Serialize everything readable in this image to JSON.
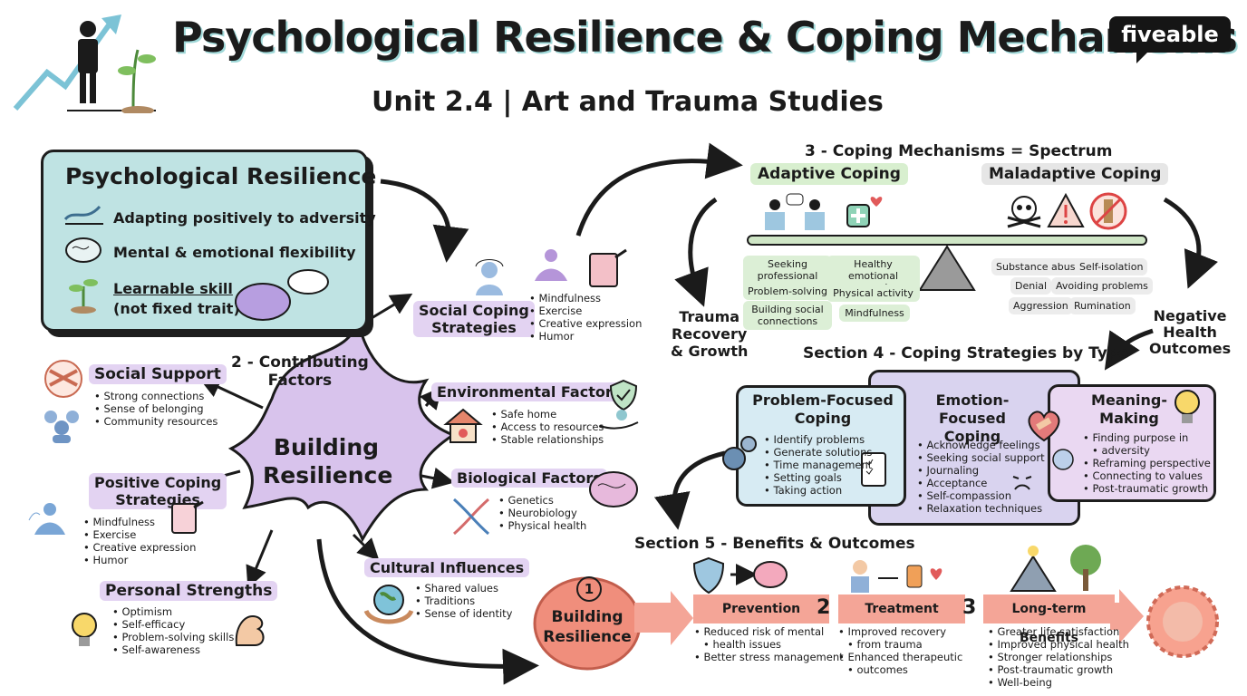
{
  "header": {
    "title": "Psychological Resilience & Coping Mechanisms",
    "subtitle": "Unit 2.4 | Art and Trauma Studies",
    "logo": "fiveable"
  },
  "resilience": {
    "title": "Psychological Resilience",
    "items": [
      "Adapting positively to adversity",
      "Mental & emotional flexibility",
      "Learnable skill",
      "(not fixed trait)"
    ]
  },
  "center": {
    "blob": "Building\nResilience",
    "section2": "2 - Contributing\nFactors"
  },
  "left_factors": [
    {
      "title": "Social Support",
      "items": [
        "Strong connections",
        "Sense of belonging",
        "Community resources"
      ]
    },
    {
      "title": "Positive Coping\nStrategies",
      "items": [
        "Mindfulness",
        "Exercise",
        "Creative expression",
        "Humor"
      ]
    },
    {
      "title": "Personal Strengths",
      "items": [
        "Optimism",
        "Self-efficacy",
        "Problem-solving skills",
        "Self-awareness"
      ]
    }
  ],
  "right_factors": [
    {
      "title": "Social Coping\nStrategies",
      "items": [
        "Mindfulness",
        "Exercise",
        "Creative expression",
        "Humor"
      ]
    },
    {
      "title": "Environmental Factors",
      "items": [
        "Safe home",
        "Access to resources",
        "Stable relationships"
      ]
    },
    {
      "title": "Biological Factors",
      "items": [
        "Genetics",
        "Neurobiology",
        "Physical health"
      ]
    },
    {
      "title": "Cultural Influences",
      "items": [
        "Shared values",
        "Traditions",
        "Sense of identity"
      ]
    }
  ],
  "section3": {
    "title": "3 - Coping Mechanisms = Spectrum",
    "adaptive": "Adaptive Coping",
    "maladaptive": "Maladaptive Coping",
    "adaptive_items": [
      "Seeking professional help",
      "Healthy emotional expression",
      "Problem-solving",
      "Physical activity",
      "Building social connections",
      "Mindfulness"
    ],
    "maladaptive_items": [
      "Substance abuse",
      "Self-isolation",
      "Denial",
      "Avoiding problems",
      "Aggression",
      "Rumination"
    ],
    "left_outcome": "Trauma\nRecovery\n& Growth",
    "right_outcome": "Negative\nHealth\nOutcomes"
  },
  "section4": {
    "title": "Section 4 - Coping Strategies by Type",
    "cards": [
      {
        "title": "Problem-Focused\nCoping",
        "items": [
          "Identify problems",
          "Generate solutions",
          "Time management",
          "Setting goals",
          "Taking action"
        ]
      },
      {
        "title": "Emotion-Focused\nCoping",
        "items": [
          "Acknowledge feelings",
          "Seeking social support",
          "Journaling",
          "Acceptance",
          "Self-compassion",
          "Relaxation techniques"
        ]
      },
      {
        "title": "Meaning-\nMaking",
        "items": [
          "Finding purpose in",
          "adversity",
          "Reframing perspective",
          "Connecting to values",
          "Post-traumatic growth"
        ]
      }
    ]
  },
  "section5": {
    "title": "Section 5 - Benefits & Outcomes",
    "start_num": "1",
    "start": "Building\nResilience",
    "steps": [
      {
        "num": "",
        "label": "Prevention",
        "items": [
          "Reduced risk of mental",
          "health issues",
          "Better stress management"
        ]
      },
      {
        "num": "2",
        "label": "Treatment",
        "items": [
          "Improved recovery",
          "from trauma",
          "Enhanced therapeutic",
          "outcomes"
        ]
      },
      {
        "num": "3",
        "label": "Long-term Benefits",
        "items": [
          "Greater life satisfaction",
          "Improved physical health",
          "Stronger relationships",
          "Post-traumatic growth",
          "Well-being"
        ]
      }
    ]
  },
  "colors": {
    "teal": "#bfe3e3",
    "lavender": "#e3d3f2",
    "green": "#dcefd6",
    "salmon": "#f4a597"
  }
}
